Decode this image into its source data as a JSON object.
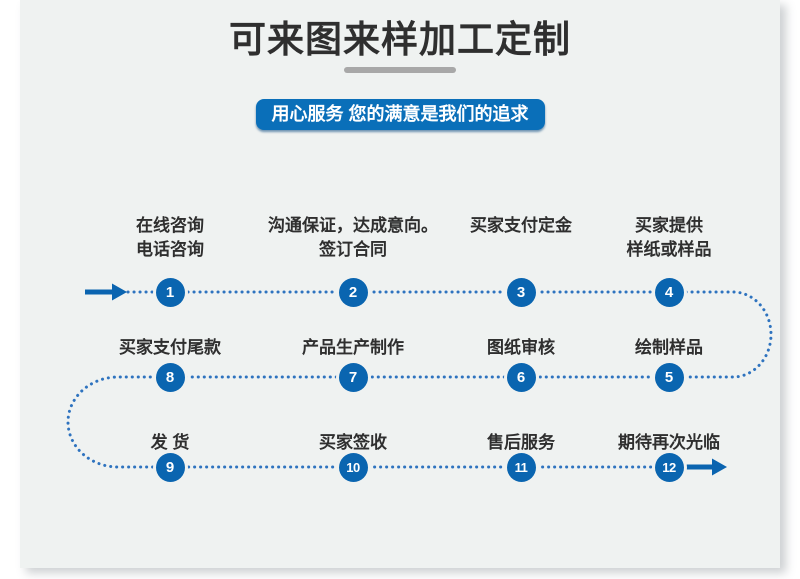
{
  "header": {
    "title": "可来图来样加工定制",
    "badge": "用心服务 您的满意是我们的追求"
  },
  "flow": {
    "steps": [
      {
        "num": "1",
        "label": "在线咨询\n电话咨询"
      },
      {
        "num": "2",
        "label": "沟通保证，达成意向。\n签订合同"
      },
      {
        "num": "3",
        "label": "买家支付定金"
      },
      {
        "num": "4",
        "label": "买家提供\n样纸或样品"
      },
      {
        "num": "5",
        "label": "绘制样品"
      },
      {
        "num": "6",
        "label": "图纸审核"
      },
      {
        "num": "7",
        "label": "产品生产制作"
      },
      {
        "num": "8",
        "label": "买家支付尾款"
      },
      {
        "num": "9",
        "label": "发  货"
      },
      {
        "num": "10",
        "label": "买家签收"
      },
      {
        "num": "11",
        "label": "售后服务"
      },
      {
        "num": "12",
        "label": "期待再次光临"
      }
    ],
    "icons": {
      "start_arrow": "right-arrow",
      "end_arrow": "right-arrow"
    }
  },
  "colors": {
    "card_background": "#eff2f1",
    "accent_blue": "#0a6fb9",
    "circle_blue": "#0a65b0",
    "dots_blue": "#2e73bf",
    "title_text": "#2f2f2f",
    "underline_gray": "#a8a8a8"
  }
}
